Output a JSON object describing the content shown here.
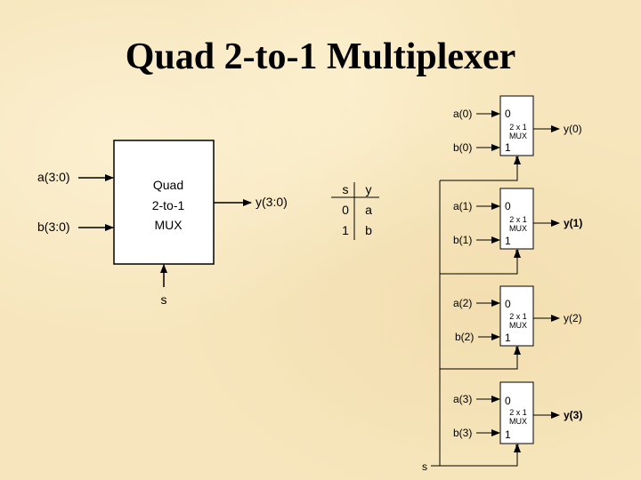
{
  "title": "Quad 2-to-1 Multiplexer",
  "block": {
    "lines": [
      "Quad",
      "2-to-1",
      "MUX"
    ],
    "input_a": "a(3:0)",
    "input_b": "b(3:0)",
    "output": "y(3:0)",
    "select": "s"
  },
  "truth_table": {
    "headers": [
      "s",
      "y"
    ],
    "rows": [
      [
        "0",
        "a"
      ],
      [
        "1",
        "b"
      ]
    ]
  },
  "muxes": [
    {
      "a": "a(0)",
      "b": "b(0)",
      "y": "y(0)"
    },
    {
      "a": "a(1)",
      "b": "b(1)",
      "y": "y(1)"
    },
    {
      "a": "a(2)",
      "b": "b(2)",
      "y": "y(2)"
    },
    {
      "a": "a(3)",
      "b": "b(3)",
      "y": "y(3)"
    }
  ],
  "mux_labels": {
    "in0": "0",
    "in1": "1",
    "size": "2 x 1",
    "name": "MUX",
    "sel": "s"
  },
  "select_input": "s"
}
